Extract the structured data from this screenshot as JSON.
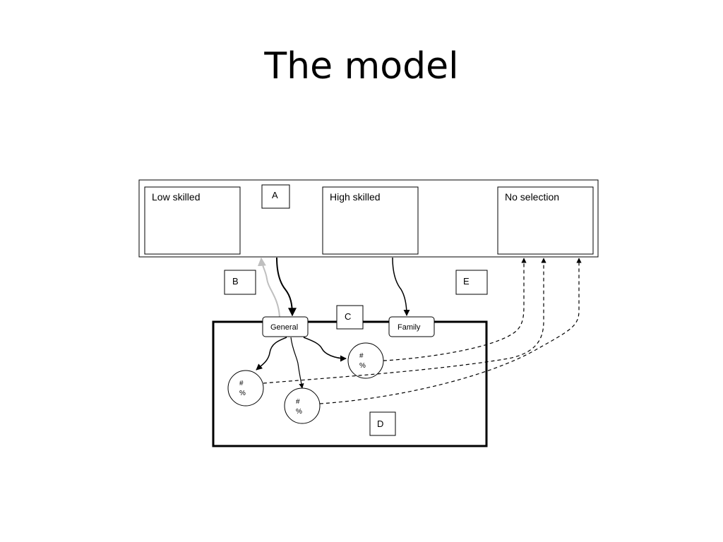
{
  "slide": {
    "title": "The model"
  },
  "diagram": {
    "outer_panel": {
      "boxes": {
        "low_skilled": "Low skilled",
        "high_skilled": "High skilled",
        "no_selection": "No selection"
      }
    },
    "markers": {
      "a": "A",
      "b": "B",
      "c": "C",
      "d": "D",
      "e": "E"
    },
    "tabs": {
      "general": "General",
      "family": "Family"
    },
    "circles": [
      {
        "symbol": "#",
        "percent": "%"
      },
      {
        "symbol": "#",
        "percent": "%"
      },
      {
        "symbol": "#",
        "percent": "%"
      }
    ],
    "colors": {
      "line": "#000000",
      "feedback_arrow": "#bfbfbf",
      "background": "#ffffff"
    }
  }
}
